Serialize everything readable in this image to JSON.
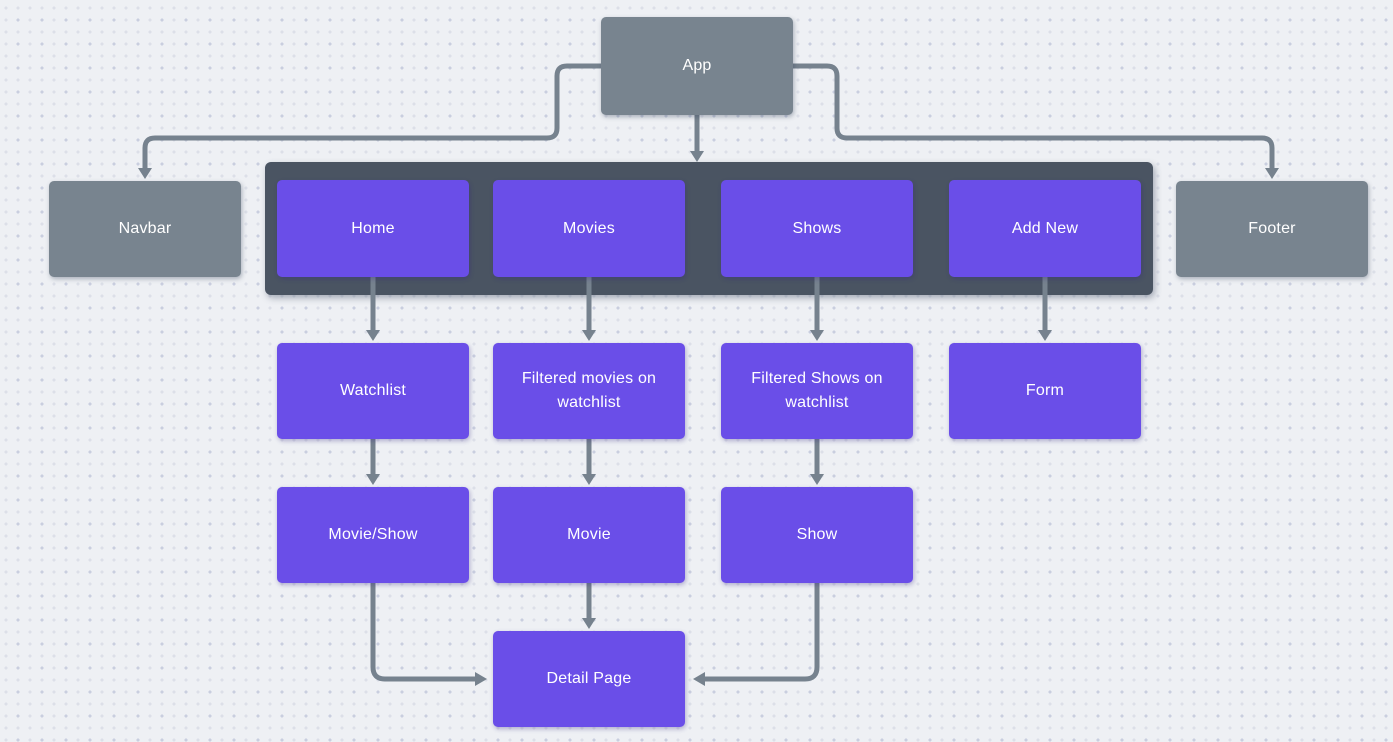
{
  "canvas": {
    "background": "#eef0f4",
    "dot_color_dark": "#c9cedf",
    "dot_color_light": "#dcdfe8"
  },
  "colors": {
    "gray_node": "#78848f",
    "purple_node": "#6a4ee8",
    "nav_group_bg": "#4a5462",
    "edge": "#76828e",
    "label_text": "#ffffff"
  },
  "nodes": {
    "app": {
      "label": "App"
    },
    "navbar": {
      "label": "Navbar"
    },
    "home": {
      "label": "Home"
    },
    "movies": {
      "label": "Movies"
    },
    "shows": {
      "label": "Shows"
    },
    "add_new": {
      "label": "Add New"
    },
    "footer": {
      "label": "Footer"
    },
    "watchlist": {
      "label": "Watchlist"
    },
    "filtered_movies": {
      "label": "Filtered movies on watchlist"
    },
    "filtered_shows": {
      "label": "Filtered Shows on watchlist"
    },
    "form": {
      "label": "Form"
    },
    "movie_show": {
      "label": "Movie/Show"
    },
    "movie": {
      "label": "Movie"
    },
    "show": {
      "label": "Show"
    },
    "detail_page": {
      "label": "Detail Page"
    }
  },
  "edges": [
    {
      "from": "App",
      "to": "Navbar"
    },
    {
      "from": "App",
      "to": "Nav group"
    },
    {
      "from": "App",
      "to": "Footer"
    },
    {
      "from": "Home",
      "to": "Watchlist"
    },
    {
      "from": "Movies",
      "to": "Filtered movies on watchlist"
    },
    {
      "from": "Shows",
      "to": "Filtered Shows on watchlist"
    },
    {
      "from": "Add New",
      "to": "Form"
    },
    {
      "from": "Watchlist",
      "to": "Movie/Show"
    },
    {
      "from": "Filtered movies on watchlist",
      "to": "Movie"
    },
    {
      "from": "Filtered Shows on watchlist",
      "to": "Show"
    },
    {
      "from": "Movie/Show",
      "to": "Detail Page"
    },
    {
      "from": "Movie",
      "to": "Detail Page"
    },
    {
      "from": "Show",
      "to": "Detail Page"
    }
  ]
}
